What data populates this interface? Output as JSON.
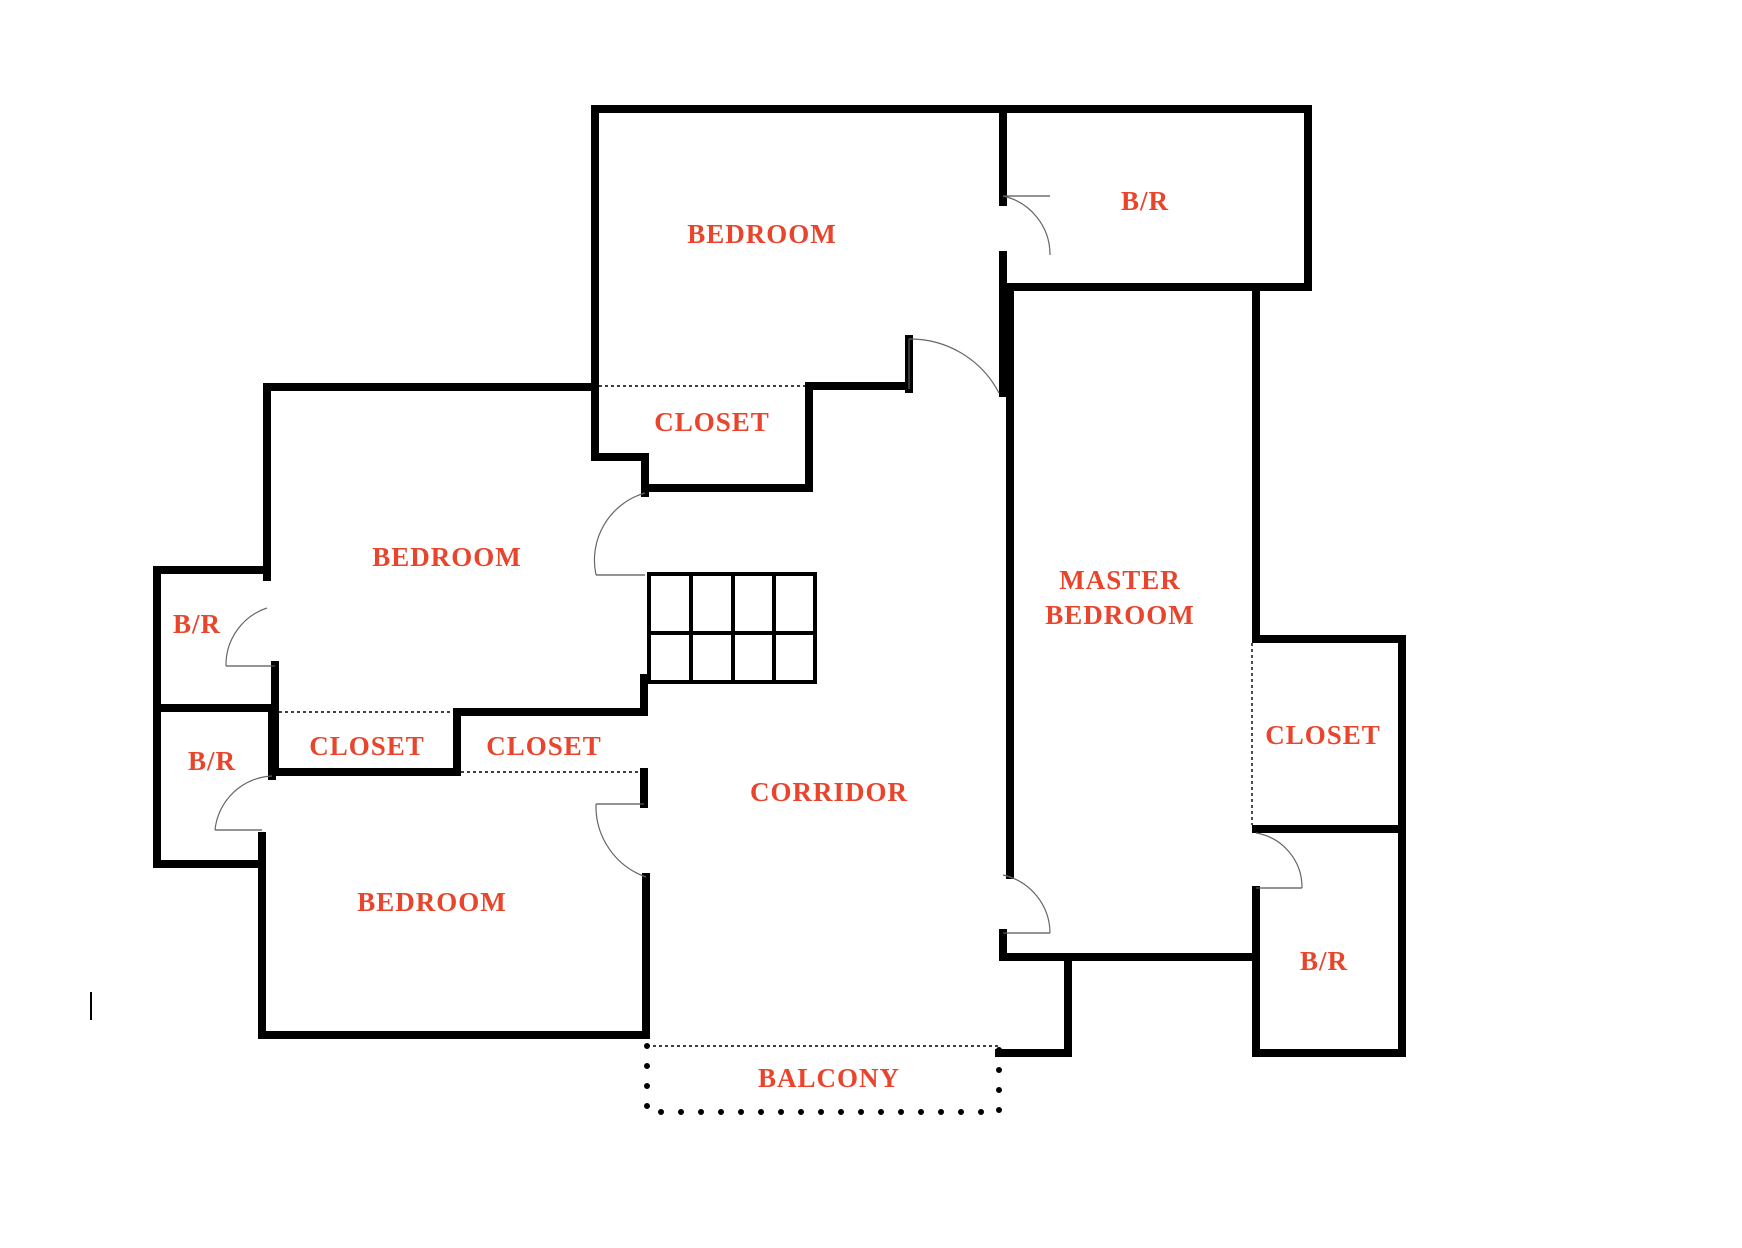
{
  "colors": {
    "wall": "#000000",
    "label": "#e8452c",
    "background": "#ffffff"
  },
  "rooms": {
    "bedroom_top": "BEDROOM",
    "bathroom_top": "B/R",
    "closet_top": "CLOSET",
    "bedroom_middle": "BEDROOM",
    "bathroom_left_upper": "B/R",
    "bathroom_left_lower": "B/R",
    "closet_left": "CLOSET",
    "closet_center": "CLOSET",
    "bedroom_bottom": "BEDROOM",
    "corridor": "CORRIDOR",
    "master_bedroom_line1": "MASTER",
    "master_bedroom_line2": "BEDROOM",
    "closet_right": "CLOSET",
    "bathroom_right": "B/R",
    "balcony": "BALCONY"
  }
}
